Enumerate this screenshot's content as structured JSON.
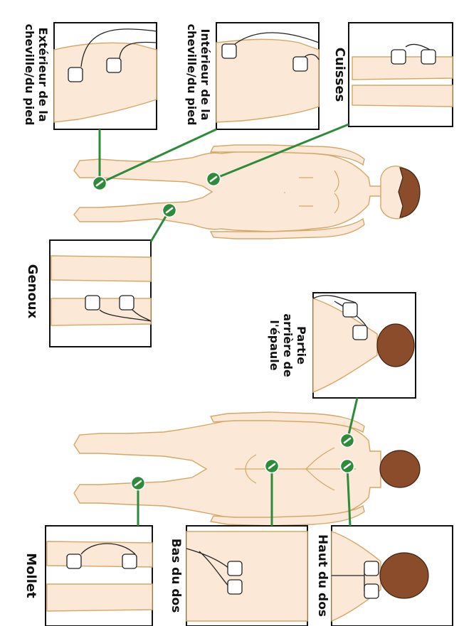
{
  "colors": {
    "skin": "#fbe8d7",
    "skin_outline": "#d4a766",
    "hair": "#8b4c2c",
    "hair_outline": "#3d2214",
    "connector": "#2e8b3a",
    "marker_fill": "#2e8b3a",
    "frame": "#111111",
    "label_text": "#111111"
  },
  "icons": {
    "marker": "green-check-marker-icon",
    "electrode": "electrode-pad-icon"
  },
  "placements": {
    "thighs": "Cuisses",
    "inner_ankle": [
      "Intérieur de la",
      "cheville/du pied"
    ],
    "outer_ankle": [
      "Extérieur de la",
      "cheville/du pied"
    ],
    "knees": "Genoux",
    "rear_shoulder": [
      "Partie",
      "arrière de",
      "l'épaule"
    ],
    "upper_back": "Haut du dos",
    "lower_back": "Bas du dos",
    "calf": "Mollet"
  }
}
